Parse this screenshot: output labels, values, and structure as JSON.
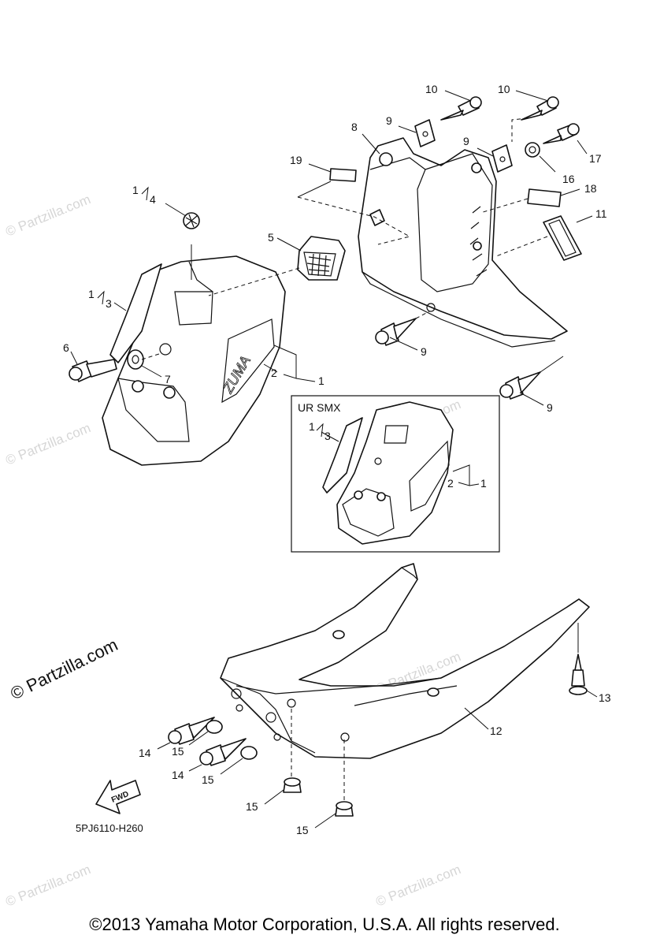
{
  "diagram": {
    "diagram_code": "5PJ6110-H260",
    "inset_title": "UR SMX",
    "fwd_label": "FWD",
    "logo_text": "ZUMA",
    "watermark": "© Partzilla.com",
    "callouts": {
      "c1": "1",
      "c2": "2",
      "c3": "1",
      "c3b": "3",
      "c4": "1",
      "c4b": "4",
      "c5": "5",
      "c6": "6",
      "c7": "7",
      "c8": "8",
      "c9a": "9",
      "c9b": "9",
      "c9c": "9",
      "c9d": "9",
      "c10a": "10",
      "c10b": "10",
      "c11": "11",
      "c12": "12",
      "c13": "13",
      "c14a": "14",
      "c14b": "14",
      "c15a": "15",
      "c15b": "15",
      "c15c": "15",
      "c15d": "15",
      "c16": "16",
      "c17": "17",
      "c18": "18",
      "c19": "19",
      "i1": "1",
      "i2": "2",
      "i3a": "1",
      "i3b": "3"
    }
  },
  "footer": {
    "copyright": "©2013 Yamaha Motor Corporation, U.S.A. All rights reserved."
  }
}
